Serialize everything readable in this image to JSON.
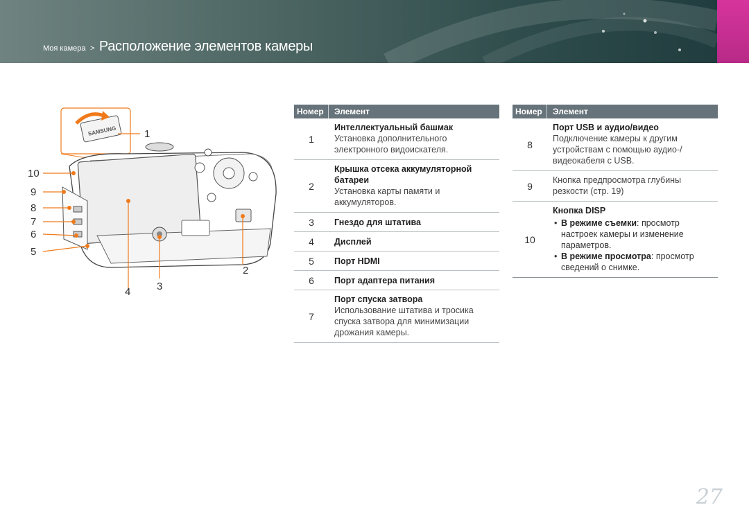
{
  "header": {
    "breadcrumb_small": "Моя камера",
    "breadcrumb_sep": ">",
    "breadcrumb_title": "Расположение элементов камеры"
  },
  "figure": {
    "brand_text": "SAMSUNG",
    "callouts": [
      "1",
      "10",
      "9",
      "8",
      "7",
      "6",
      "5",
      "2",
      "3",
      "4"
    ]
  },
  "table_left": {
    "headers": [
      "Номер",
      "Элемент"
    ],
    "rows": [
      {
        "num": "1",
        "title": "Интеллектуальный башмак",
        "desc": "Установка дополнительного электронного видоискателя."
      },
      {
        "num": "2",
        "title": "Крышка отсека аккумуляторной батареи",
        "desc": "Установка карты памяти и аккумуляторов."
      },
      {
        "num": "3",
        "title": "Гнездо для штатива",
        "desc": ""
      },
      {
        "num": "4",
        "title": "Дисплей",
        "desc": ""
      },
      {
        "num": "5",
        "title": "Порт HDMI",
        "desc": ""
      },
      {
        "num": "6",
        "title": "Порт адаптера питания",
        "desc": ""
      },
      {
        "num": "7",
        "title": "Порт спуска затвора",
        "desc": "Использование штатива и тросика спуска затвора для минимизации дрожания камеры."
      }
    ]
  },
  "table_right": {
    "headers": [
      "Номер",
      "Элемент"
    ],
    "rows": [
      {
        "num": "8",
        "title": "Порт USB и аудио/видео",
        "desc": "Подключение камеры к другим устройствам с помощью аудио-/видеокабеля с USB."
      },
      {
        "num": "9",
        "title": "",
        "desc": "Кнопка предпросмотра глубины резкости (стр. 19)"
      },
      {
        "num": "10",
        "title": "Кнопка DISP",
        "bullets": [
          {
            "bold": "В режиме съемки",
            "text": ": просмотр настроек камеры и изменение параметров."
          },
          {
            "bold": "В режиме просмотра",
            "text": ": просмотр сведений о снимке."
          }
        ]
      }
    ]
  },
  "page_number": "27",
  "colors": {
    "header_dark": "#2f4c4c",
    "header_light": "#6f8380",
    "accent_pink": "#d6349c",
    "callout_orange": "#f07a1a",
    "table_header": "#67737a"
  }
}
